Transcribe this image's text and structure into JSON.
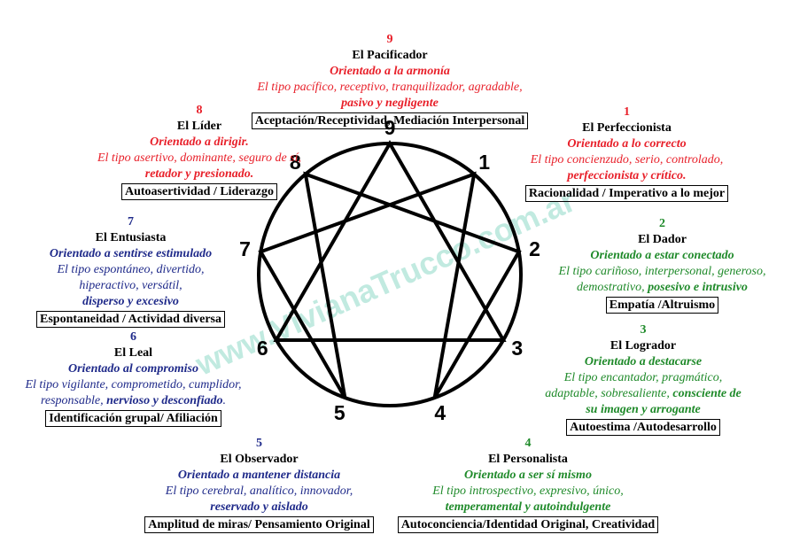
{
  "watermark": "www.VivianaTrucco.com.ar",
  "diagram_numbers": [
    "9",
    "1",
    "2",
    "3",
    "4",
    "5",
    "6",
    "7",
    "8"
  ],
  "colors": {
    "red": "#e8202a",
    "navy": "#1f2a8a",
    "green": "#1f8a2a"
  },
  "types": {
    "t9": {
      "number": "9",
      "name": "El  Pacificador",
      "orientation": "Orientado  a la armonía",
      "desc1": "El tipo pacífico, receptivo, tranquilizador, agradable,",
      "desc2": "pasivo y negligente",
      "box": "Aceptación/Receptividad, Mediación Interpersonal"
    },
    "t1": {
      "number": "1",
      "name": "El Perfeccionista",
      "orientation": "Orientado a  lo correcto",
      "desc1": "El tipo concienzudo, serio, controlado,",
      "desc2": "perfeccionista  y crítico.",
      "box": "Racionalidad / Imperativo a lo mejor"
    },
    "t2": {
      "number": "2",
      "name": "El Dador",
      "orientation": "Orientado a estar conectado",
      "desc1": "El tipo cariñoso, interpersonal, generoso,",
      "desc2a": "demostrativo, ",
      "desc2b": "posesivo e  intrusivo",
      "box": "Empatía /Altruismo"
    },
    "t3": {
      "number": "3",
      "name": "El Logrador",
      "orientation": "Orientado a destacarse",
      "desc1": "El tipo encantador, pragmático,",
      "desc2a": "adaptable, sobresaliente, ",
      "desc2b": "consciente de",
      "desc3": "su imagen y arrogante",
      "box": "Autoestima /Autodesarrollo"
    },
    "t4": {
      "number": "4",
      "name": "El Personalista",
      "orientation": "Orientado a ser sí mismo",
      "desc1": "El tipo introspectivo, expresivo, único,",
      "desc2": "temperamental y autoindulgente",
      "box": "Autoconciencia/Identidad Original,  Creatividad"
    },
    "t5": {
      "number": "5",
      "name": "El Observador",
      "orientation": "Orientado a mantener distancia",
      "desc1": "El tipo cerebral, analítico, innovador,",
      "desc2": "reservado y aislado",
      "box": "Amplitud de miras/ Pensamiento Original"
    },
    "t6": {
      "number": "6",
      "name": "El Leal",
      "orientation": "Orientado al compromiso",
      "desc1": "El tipo vigilante, comprometido, cumplidor,",
      "desc2a": "responsable, ",
      "desc2b": "nervioso y desconfiado",
      "desc2c": ".",
      "box": "Identificación grupal/  Afiliación"
    },
    "t7": {
      "number": "7",
      "name": "El  Entusiasta",
      "orientation": "Orientado a sentirse estimulado",
      "desc1": "El tipo espontáneo, divertido,",
      "desc2": "hiperactivo, versátil,",
      "desc3": "disperso y excesivo",
      "box": "Espontaneidad / Actividad diversa"
    },
    "t8": {
      "number": "8",
      "name": "El Líder",
      "orientation": "Orientado a dirigir.",
      "desc1": "El tipo asertivo, dominante, seguro de sí,",
      "desc2": "retador  y presionado.",
      "box": "Autoasertividad / Liderazgo"
    }
  }
}
